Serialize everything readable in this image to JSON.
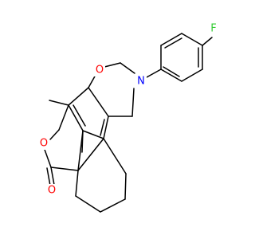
{
  "molecule": {
    "atoms": {
      "oxygen_ring": {
        "symbol": "O",
        "color": "#ff0000"
      },
      "nitrogen": {
        "symbol": "N",
        "color": "#0000ff"
      },
      "fluorine": {
        "symbol": "F",
        "color": "#33cc33"
      },
      "oxygen_lactone": {
        "symbol": "O",
        "color": "#ff0000"
      },
      "oxygen_carbonyl": {
        "symbol": "O",
        "color": "#ff0000"
      }
    },
    "bond_color": "#000000"
  }
}
